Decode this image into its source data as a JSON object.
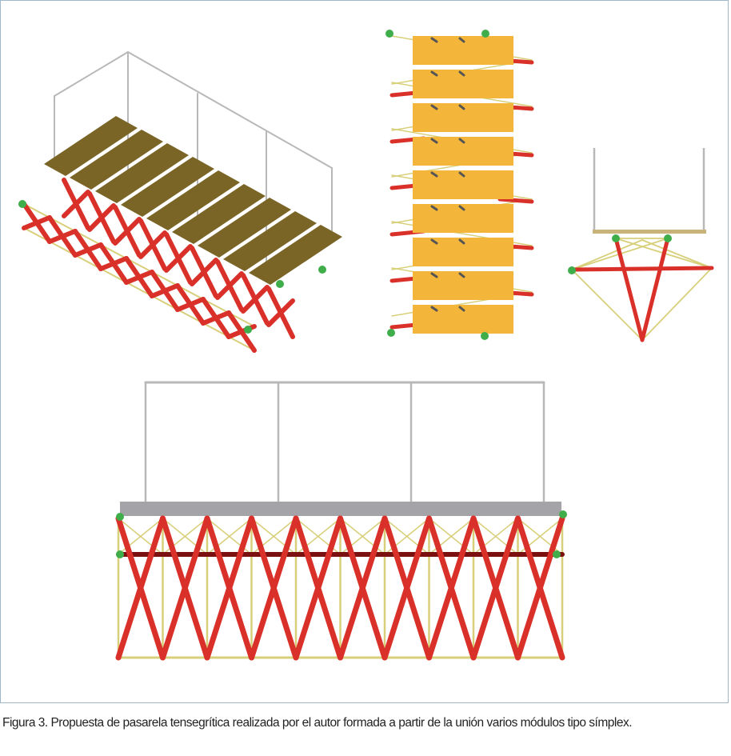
{
  "figure": {
    "caption": "Figura 3. Propuesta de pasarela tensegrítica realizada por el autor formada a partir de la unión varios módulos tipo símplex.",
    "colors": {
      "strut": "#d9312a",
      "cable": "#d8cf7a",
      "deck_plank": "#f3b63a",
      "deck_perspective": "#7a6526",
      "deck_front": "#a4a4a8",
      "hanger": "#b8b8b8",
      "support": "#3fae4a",
      "border": "#9fb8cc"
    },
    "views": [
      "perspective-view",
      "top-view",
      "side-view",
      "front-view"
    ]
  }
}
